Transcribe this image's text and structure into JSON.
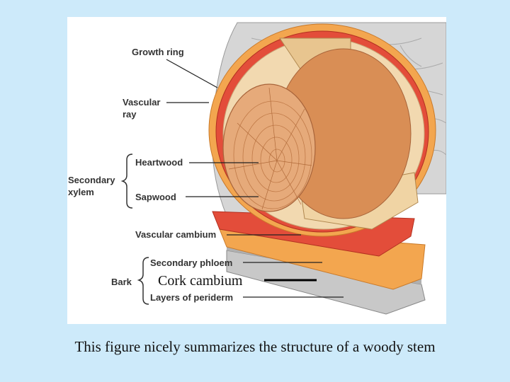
{
  "labels": {
    "growth_ring": "Growth ring",
    "vascular_ray": "Vascular\nray",
    "secondary_xylem": "Secondary\nxylem",
    "heartwood": "Heartwood",
    "sapwood": "Sapwood",
    "vascular_cambium": "Vascular cambium",
    "secondary_phloem": "Secondary phloem",
    "bark": "Bark",
    "cork_cambium": "Cork cambium",
    "layers_of_periderm": "Layers of periderm"
  },
  "caption": "This figure nicely summarizes the structure of a woody stem",
  "colors": {
    "background": "#cdeafa",
    "bark": "#d9d9d9",
    "phloem": "#f3a64f",
    "cambium": "#e34d3a",
    "sapwood": "#f2d9b0",
    "heartwood": "#e0a16e"
  }
}
